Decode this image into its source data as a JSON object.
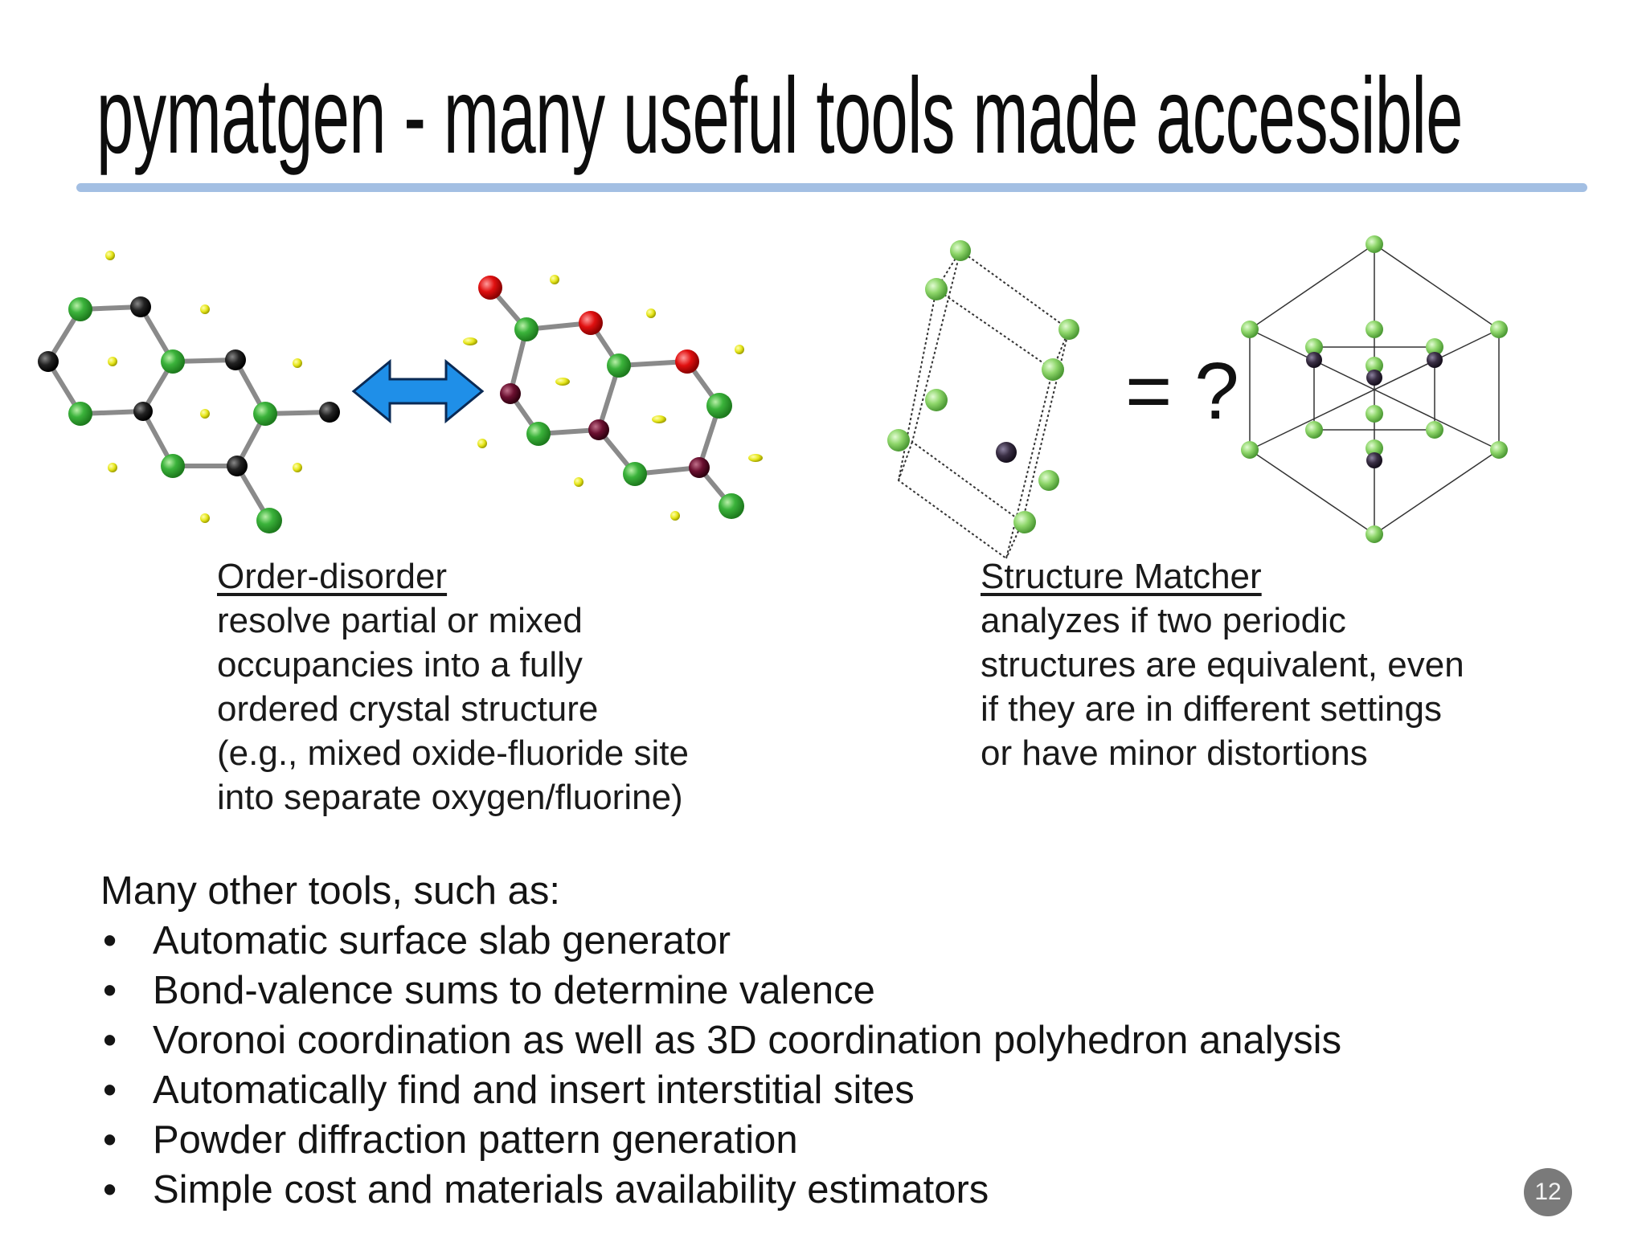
{
  "slide": {
    "title": "pymatgen - many useful tools made accessible",
    "page_number": "12"
  },
  "left_figure": {
    "arrow_color": "#1f8fe8"
  },
  "right_figure": {
    "comparison_text": "= ?"
  },
  "order_disorder": {
    "heading": "Order-disorder",
    "lines": [
      "resolve partial or mixed",
      "occupancies into a fully",
      "ordered crystal structure",
      "(e.g., mixed oxide-fluoride site",
      "into separate oxygen/fluorine)"
    ]
  },
  "structure_matcher": {
    "heading": "Structure Matcher",
    "lines": [
      "analyzes if two periodic",
      "structures are equivalent, even",
      "if they are in different settings",
      "or have minor distortions"
    ]
  },
  "tools": {
    "intro": "Many other tools, such as:",
    "bullet": "•",
    "items": [
      "Automatic surface slab generator",
      "Bond-valence sums to determine valence",
      "Voronoi coordination as well as 3D coordination polyhedron analysis",
      "Automatically find and insert interstitial sites",
      "Powder diffraction pattern generation",
      "Simple cost and materials availability estimators"
    ]
  },
  "colors": {
    "accent_rule": "#a3bfe3",
    "atom_green": "#3bb33b",
    "atom_black": "#222222",
    "atom_red": "#e01010",
    "atom_maroon": "#6b1030",
    "atom_yellow": "#e6e61a",
    "lattice_green": "#8ed66a",
    "lattice_dark": "#3a2f45"
  }
}
